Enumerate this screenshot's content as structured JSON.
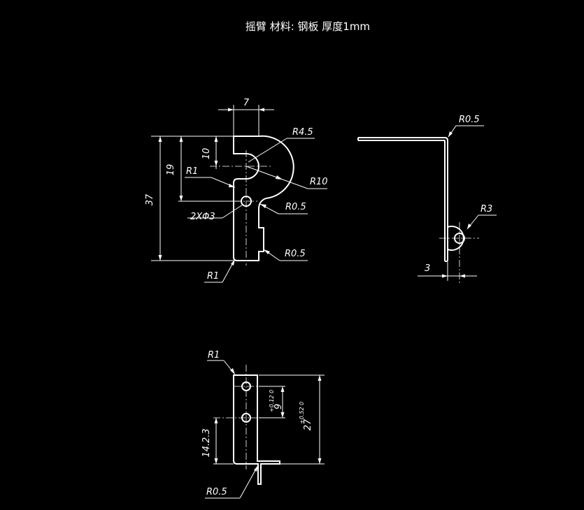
{
  "title": "摇臂 材料: 钢板 厚度1mm",
  "front_view": {
    "dims": {
      "width_7": "7",
      "r45": "R4.5",
      "d10": "10",
      "d19": "19",
      "r1_top": "R1",
      "r10": "R10",
      "d37": "37",
      "holes": "2XΦ3",
      "r05_a": "R0.5",
      "r05_b": "R0.5",
      "r1_bottom": "R1"
    }
  },
  "side_view": {
    "dims": {
      "r05": "R0.5",
      "r3": "R3",
      "d3": "3"
    }
  },
  "bottom_view": {
    "dims": {
      "r1": "R1",
      "d9": "9",
      "d9_tol": "+0.12 0",
      "d27": "27",
      "d27_tol": "+0.52 0",
      "d143": "14.2.3",
      "r05": "R0.5"
    }
  },
  "colors": {
    "background": "#000000",
    "line": "#ffffff"
  }
}
